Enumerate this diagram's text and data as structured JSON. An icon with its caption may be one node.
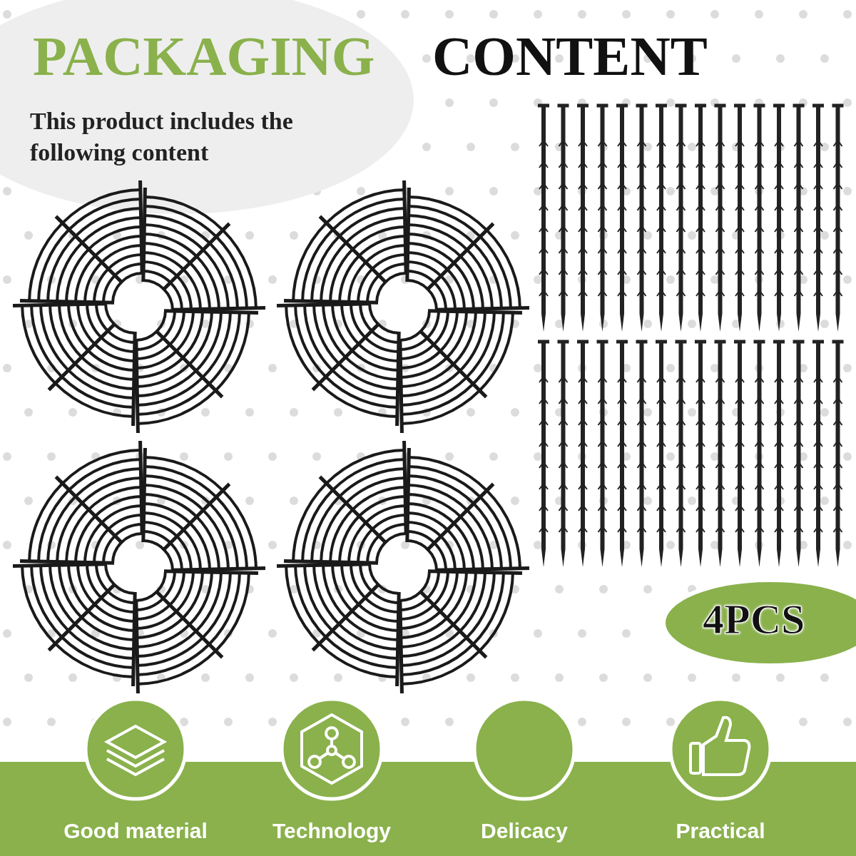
{
  "diagram": {
    "labels": [
      "PACKAGING",
      "CONTENT",
      "This product includes the following content",
      "4PCS",
      "Good material",
      "Technology",
      "Delicacy",
      "Practical"
    ]
  }
}
